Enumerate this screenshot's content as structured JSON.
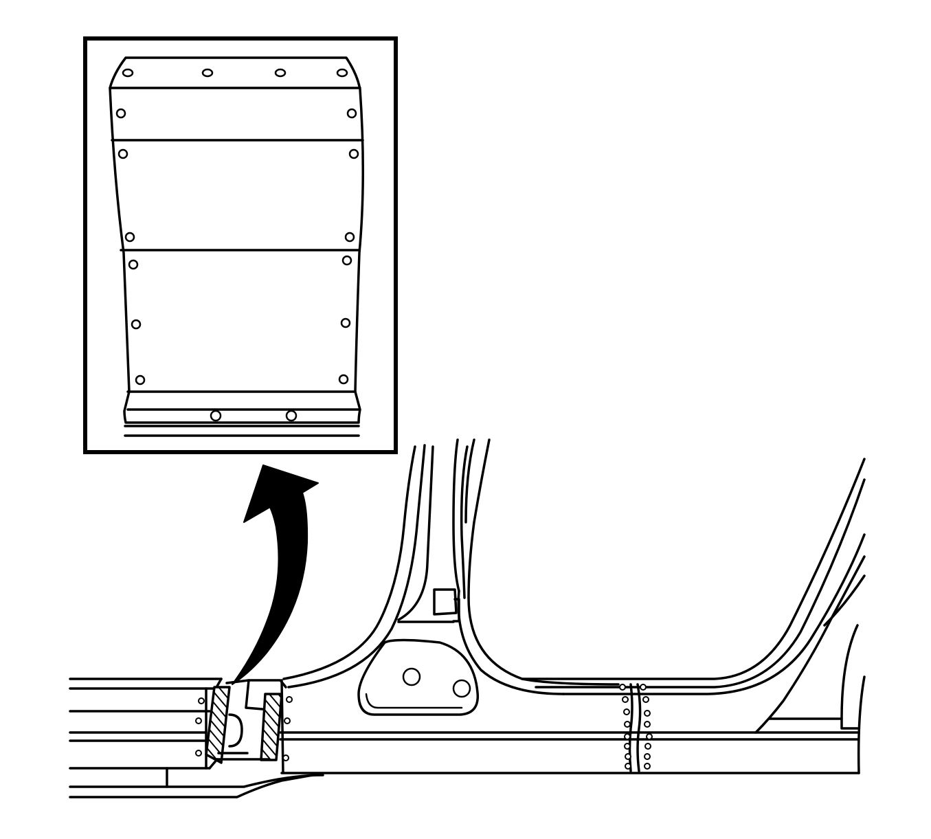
{
  "figure": {
    "colors": {
      "line": "#000000",
      "background": "#ffffff"
    },
    "parts": [
      {
        "id": "detail-inset",
        "kind": "detail-view",
        "icon": "reinforcement-panel-detail"
      },
      {
        "id": "callout-arrow",
        "kind": "arrow",
        "icon": "curved-arrow-up"
      },
      {
        "id": "body-side",
        "kind": "assembly",
        "icon": "rocker-pillar-assembly"
      }
    ]
  }
}
